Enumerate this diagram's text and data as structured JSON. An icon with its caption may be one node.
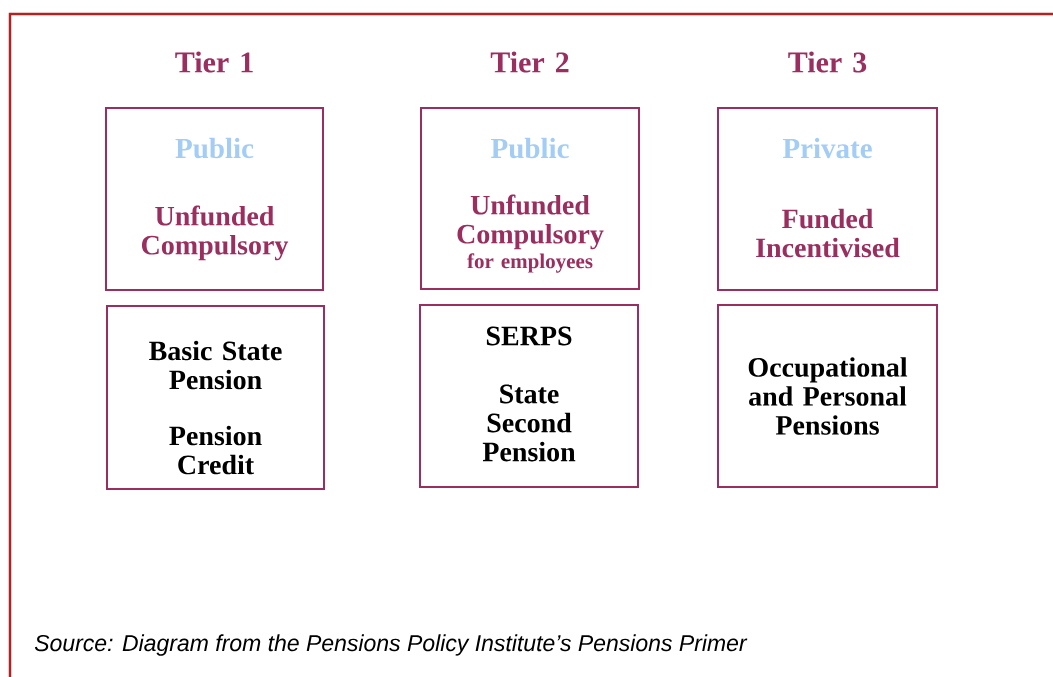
{
  "diagram": {
    "caption": "Source: Diagram from the Pensions Policy Institute’s Pensions Primer",
    "nodes": [
      {
        "text": [
          "Tier 1",
          "Public",
          "Unfunded Compulsory"
        ]
      },
      {
        "text": [
          "Tier 2",
          "Public",
          "Unfunded Compulsory",
          "for employees"
        ]
      },
      {
        "text": [
          "Tier 3",
          "Private",
          "Funded Incentivised"
        ]
      },
      {
        "text": [
          "Basic State Pension",
          "Pension Credit"
        ]
      },
      {
        "text": [
          "SERPS",
          "State Second Pension"
        ]
      },
      {
        "text": [
          "Occupational and Personal Pensions"
        ]
      }
    ],
    "edges": []
  }
}
